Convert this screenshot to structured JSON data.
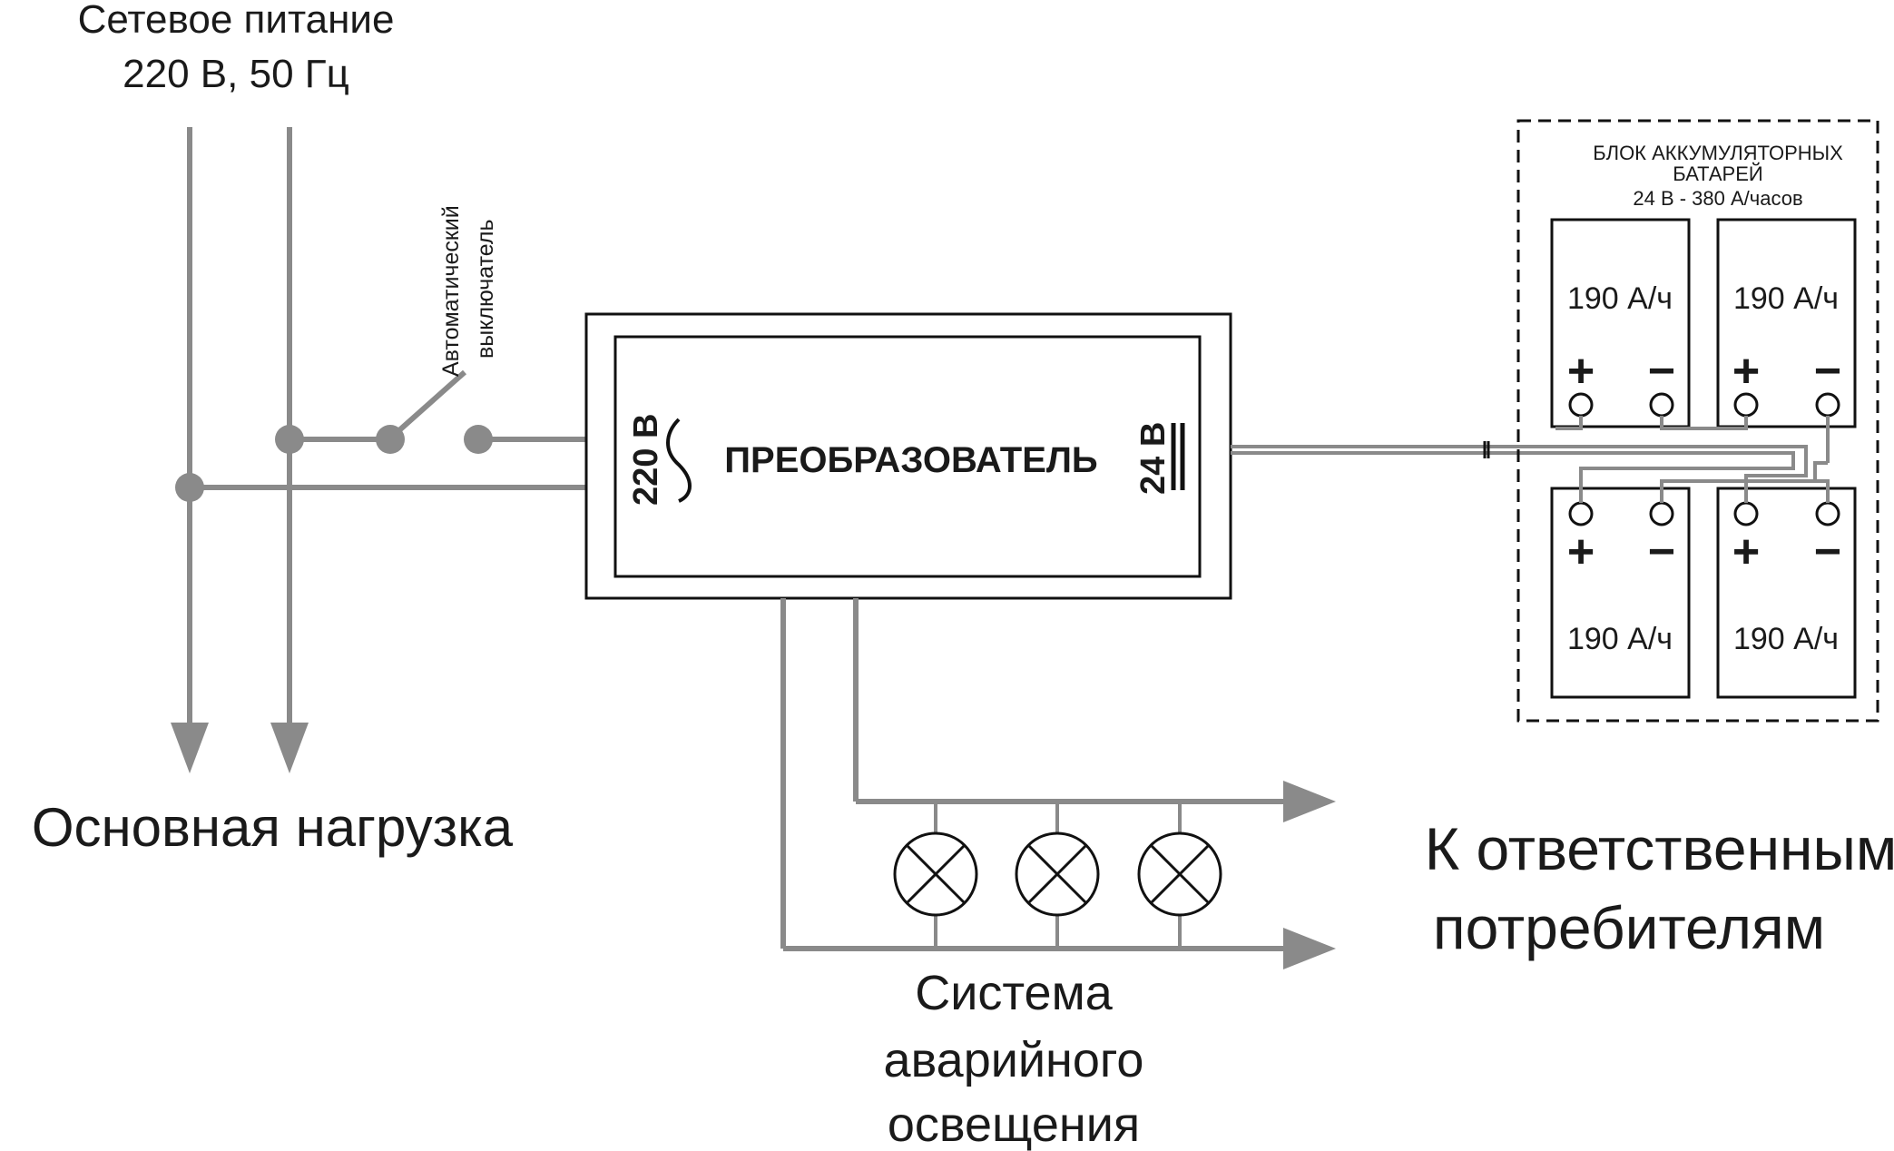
{
  "mains": {
    "line1": "Сетевое питание",
    "line2": "220 В, 50 Гц"
  },
  "breaker": {
    "line1": "Автоматический",
    "line2": "выключатель"
  },
  "main_load": "Основная нагрузка",
  "converter": {
    "title": "ПРЕОБРАЗОВАТЕЛЬ",
    "input_label": "220 В",
    "output_label": "24 В"
  },
  "battery_block": {
    "line1": "БЛОК АККУМУЛЯТОРНЫХ",
    "line2": "БАТАРЕЙ",
    "line3": "24 В - 380 А/часов",
    "cells": [
      "190 А/ч",
      "190 А/ч",
      "190 А/ч",
      "190 А/ч"
    ],
    "plus": "+",
    "minus": "−"
  },
  "emergency": {
    "line1": "Система",
    "line2": "аварийного",
    "line3": "освещения"
  },
  "consumers": {
    "line1": "К ответственным",
    "line2": "потребителям"
  },
  "colors": {
    "wire": "#8a8a8a",
    "outline": "#111111"
  }
}
